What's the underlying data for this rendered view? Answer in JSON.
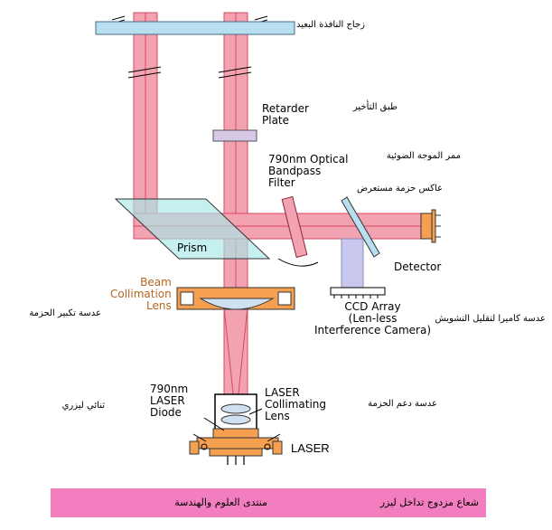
{
  "colors": {
    "beam": "#f2a2b0",
    "beam_edge": "#d8485e",
    "window": "#b8dff0",
    "prism": "#a8e8e8",
    "lens_housing": "#f5a050",
    "footer": "#f27ec0",
    "ccd_beam": "#c8c8ee"
  },
  "labels": {
    "window_glass_ar": "زجاج النافذة البعيد",
    "retarder_plate": "Retarder\nPlate",
    "retarder_ar": "طبق التأخير",
    "waveguide_ar": "ممر الموجة الضوئية",
    "optical_filter": "790nm Optical\nBandpass\nFilter",
    "beam_splitter_ar": "عاكس حزمة مستعرض",
    "prism": "Prism",
    "detector": "Detector",
    "beam_collimation_lens": "Beam\nCollimation\nLens",
    "beam_expander_ar": "عدسة تكبير الحزمة",
    "ccd_array": "CCD Array\n(Len-less\nInterference Camera)",
    "camera_lens_ar": "عدسة كاميرا لتقليل التشويش",
    "laser_diode": "790nm\nLASER\nDiode",
    "laser_diode_ar": "ثنائي ليزري",
    "laser_collimating_lens": "LASER\nCollimating\nLens",
    "support_lens_ar": "عدسة دعم الحزمة",
    "laser": "LASER"
  },
  "footer": {
    "right_text": "شعاع مزدوج تداخل ليزر",
    "left_text": "منتدى العلوم والهندسة"
  }
}
